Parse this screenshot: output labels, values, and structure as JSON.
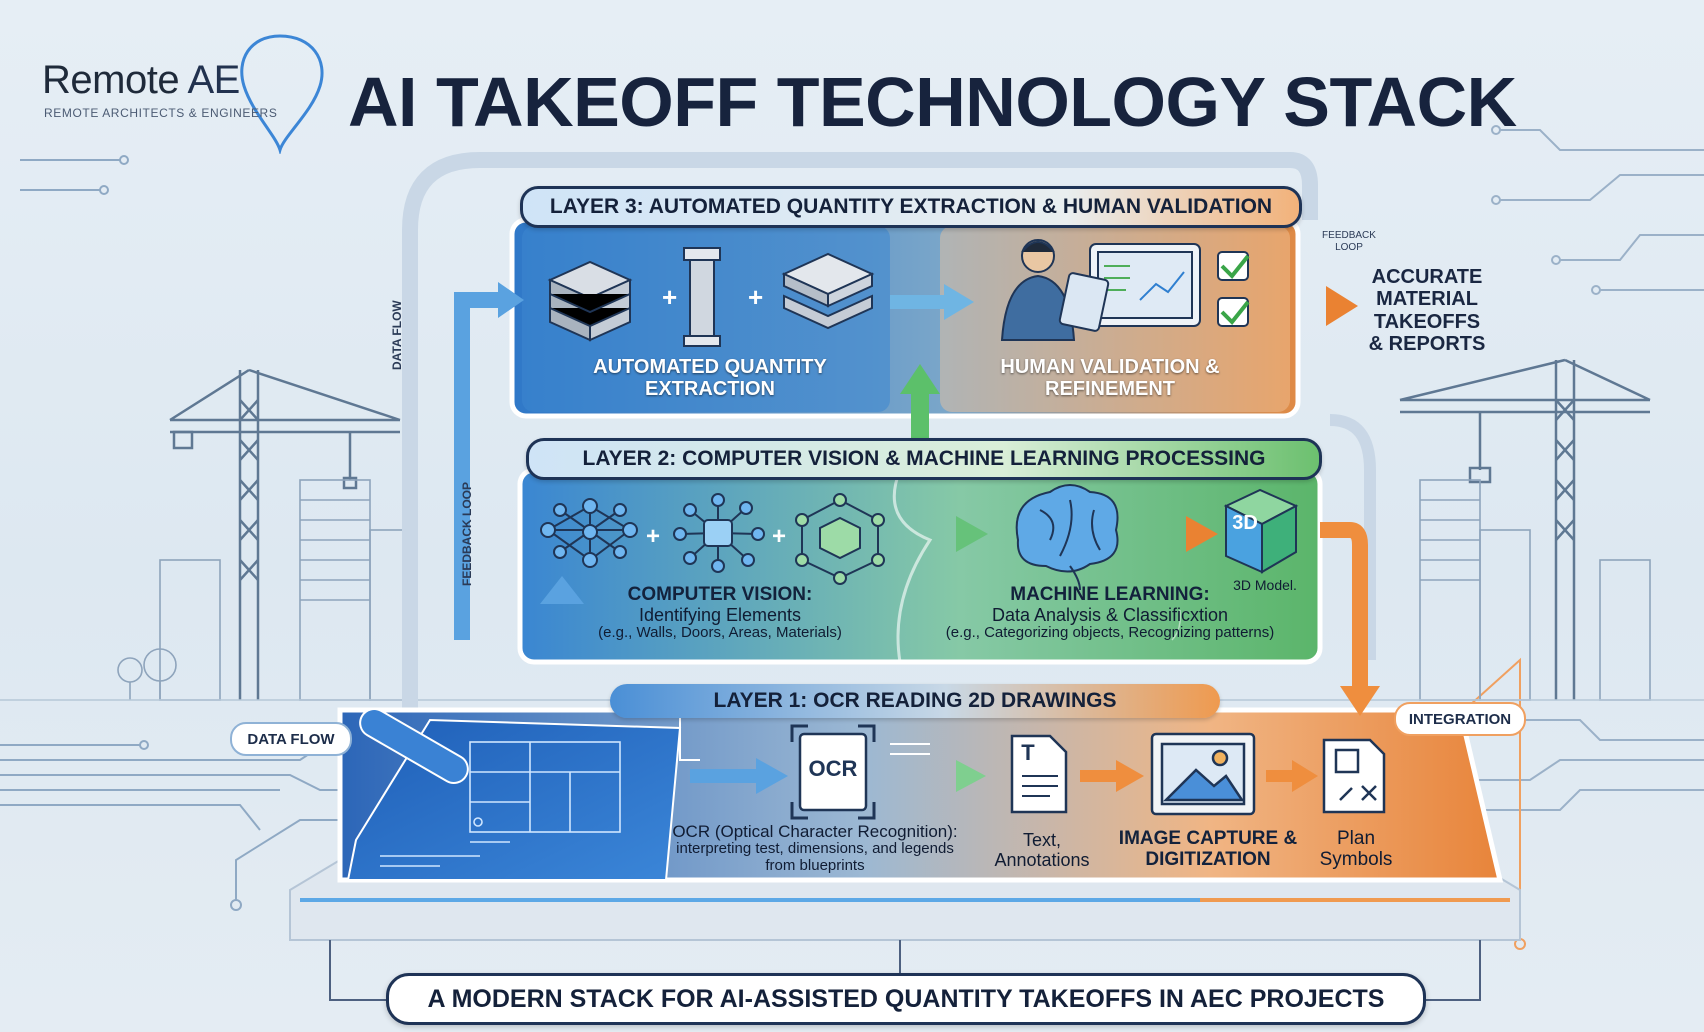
{
  "logo": {
    "name_part1": "Remote ",
    "name_part2": "AE",
    "subtitle": "REMOTE ARCHITECTS & ENGINEERS"
  },
  "title": "AI TAKEOFF TECHNOLOGY STACK",
  "layer3": {
    "header": "LAYER 3: AUTOMATED QUANTITY EXTRACTION & HUMAN VALIDATION",
    "left_label": "AUTOMATED QUANTITY EXTRACTION",
    "right_label": "HUMAN VALIDATION & REFINEMENT"
  },
  "layer2": {
    "header": "LAYER 2: COMPUTER VISION & MACHINE LEARNING PROCESSING",
    "cv_title": "COMPUTER VISION:",
    "cv_line1": "Identifying Elements",
    "cv_line2": "(e.g., Walls, Doors, Areas, Materials)",
    "ml_title": "MACHINE LEARNING:",
    "ml_line1": "Data Analysis & Classificxtion",
    "ml_line2": "(e.g., Categorizing objects, Recognizing patterns)",
    "model_label": "3D Model.",
    "model_badge": "3D"
  },
  "layer1": {
    "header": "LAYER 1: OCR READING 2D DRAWINGS",
    "ocr_icon_text": "OCR",
    "ocr_title": "OCR (Optical Character Recognition):",
    "ocr_line1": "interpreting test, dimensions, and legends",
    "ocr_line2": "from blueprints",
    "text_label_1": "Text,",
    "text_label_2": "Annotations",
    "text_icon": "T",
    "image_label_1": "IMAGE CAPTURE &",
    "image_label_2": "DIGITIZATION",
    "plan_label_1": "Plan",
    "plan_label_2": "Symbols"
  },
  "side": {
    "output_1": "ACCURATE",
    "output_2": "MATERIAL",
    "output_3": "TAKEOFFS",
    "output_4": "& REPORTS",
    "feedback_small_1": "FEEDBACK",
    "feedback_small_2": "LOOP",
    "data_flow_vertical": "DATA FLOW",
    "feedback_vertical": "FEEDBACK LOOP",
    "data_flow_pill": "DATA FLOW",
    "integration_pill": "INTEGRATION"
  },
  "footer": "A MODERN STACK FOR AI-ASSISTED QUANTITY TAKEOFFS IN AEC PROJECTS",
  "colors": {
    "navy": "#17233d",
    "blue": "#2f7fd0",
    "green": "#4fae5a",
    "orange": "#ec8a3c"
  }
}
